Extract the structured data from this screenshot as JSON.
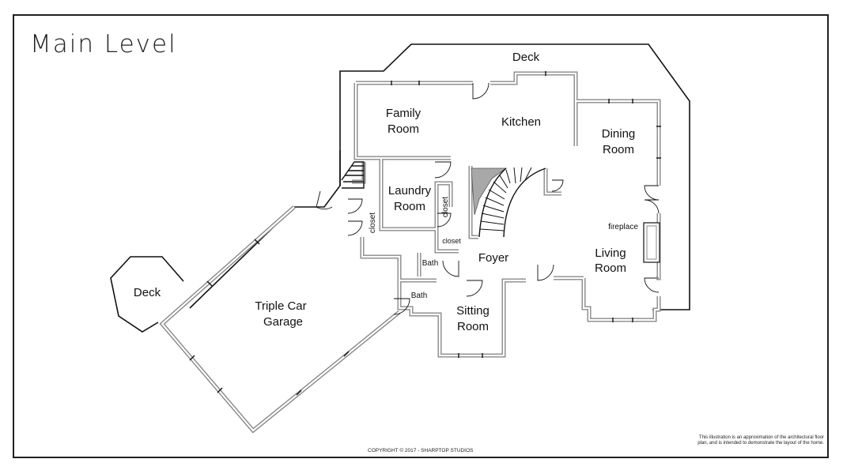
{
  "title": "Main Level",
  "copyright": "COPYRIGHT © 2017 - SHARPTOP STUDIOS",
  "disclaimer": "This illustration is an approximation of the architectural floor plan, and is intended to demonstrate the layout of the home.",
  "rooms": {
    "deck_top": "Deck",
    "family_room": [
      "Family",
      "Room"
    ],
    "kitchen": "Kitchen",
    "dining_room": [
      "Dining",
      "Room"
    ],
    "laundry_room": [
      "Laundry",
      "Room"
    ],
    "closet_left": "closet",
    "closet_vertical": "closet",
    "closet_small": "closet",
    "foyer": "Foyer",
    "fireplace": "fireplace",
    "living_room": [
      "Living",
      "Room"
    ],
    "bath_upper": "Bath",
    "bath_lower": "Bath",
    "deck_left": "Deck",
    "garage": [
      "Triple Car",
      "Garage"
    ],
    "sitting_room": [
      "Sitting",
      "Room"
    ]
  },
  "colors": {
    "wall": "#9a9a9a",
    "outline": "#111111",
    "stair_fill": "#a8a8a8"
  }
}
